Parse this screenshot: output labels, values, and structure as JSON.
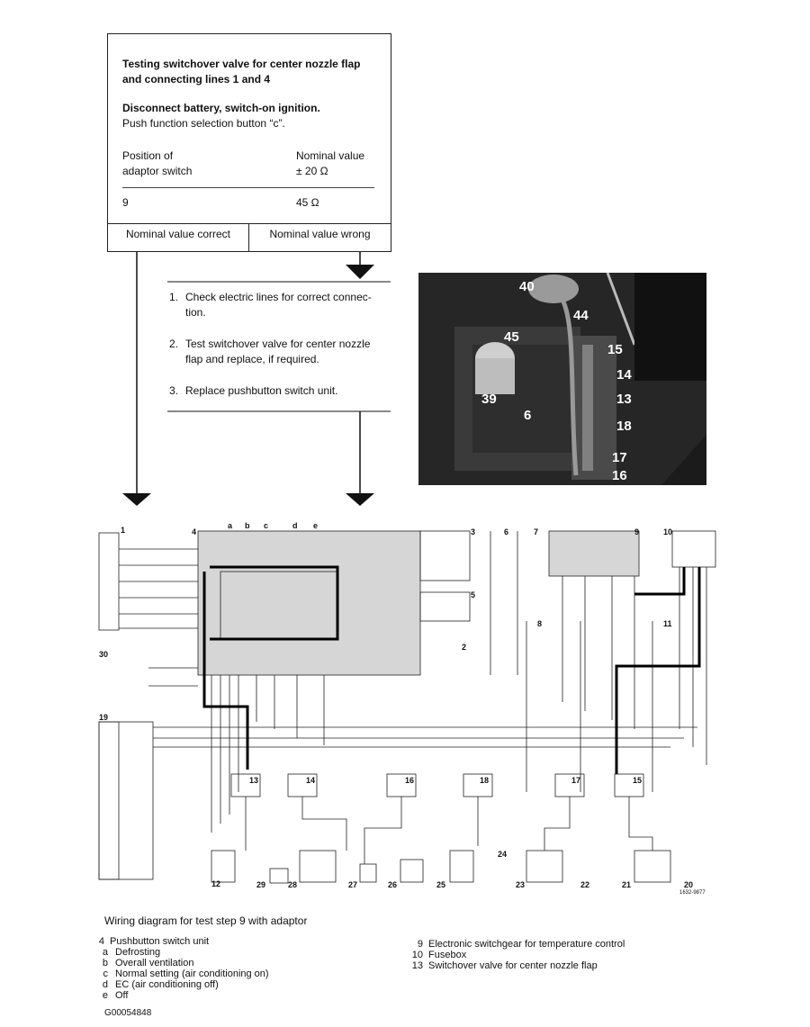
{
  "test_box": {
    "title": "Testing switchover valve for center nozzle flap and connecting lines 1 and 4",
    "step": "Disconnect battery, switch-on ignition.",
    "instruction": "Push function selection button “c”.",
    "col_position_label_1": "Position of",
    "col_position_label_2": "adaptor switch",
    "col_nominal_label_1": "Nominal value",
    "col_nominal_label_2": "± 20 Ω",
    "position_value": "9",
    "nominal_value": "45 Ω",
    "outcome_correct": "Nominal value correct",
    "outcome_wrong": "Nominal value wrong"
  },
  "actions": [
    {
      "num": "1.",
      "text_1": "Check electric lines for correct connec-",
      "text_2": "tion."
    },
    {
      "num": "2.",
      "text_1": "Test switchover valve for center nozzle",
      "text_2": "flap and replace, if required."
    },
    {
      "num": "3.",
      "text_1": "Replace pushbutton switch unit.",
      "text_2": ""
    }
  ],
  "photo": {
    "callouts": [
      "40",
      "44",
      "45",
      "15",
      "14",
      "13",
      "18",
      "17",
      "16",
      "39",
      "6"
    ]
  },
  "diagram": {
    "component_numbers": [
      "1",
      "2",
      "3",
      "4",
      "5",
      "6",
      "7",
      "8",
      "9",
      "10",
      "11",
      "12",
      "13",
      "14",
      "15",
      "16",
      "17",
      "18",
      "19",
      "20",
      "21",
      "22",
      "23",
      "24",
      "25",
      "26",
      "27",
      "28",
      "29",
      "30"
    ],
    "switch_letters": [
      "a",
      "b",
      "c",
      "d",
      "e"
    ],
    "drawing_code": "1632-9877"
  },
  "caption": "Wiring diagram for test step 9 with adaptor",
  "legend_left": {
    "item_num": "4",
    "item_label": "Pushbutton switch unit",
    "sub": [
      {
        "k": "a",
        "v": "Defrosting"
      },
      {
        "k": "b",
        "v": "Overall ventilation"
      },
      {
        "k": "c",
        "v": "Normal setting (air conditioning on)"
      },
      {
        "k": "d",
        "v": "EC (air conditioning off)"
      },
      {
        "k": "e",
        "v": "Off"
      }
    ]
  },
  "legend_right": [
    {
      "k": "9",
      "v": "Electronic switchgear for temperature control"
    },
    {
      "k": "10",
      "v": "Fusebox"
    },
    {
      "k": "13",
      "v": "Switchover valve for center nozzle flap"
    }
  ],
  "doc_id": "G00054848"
}
